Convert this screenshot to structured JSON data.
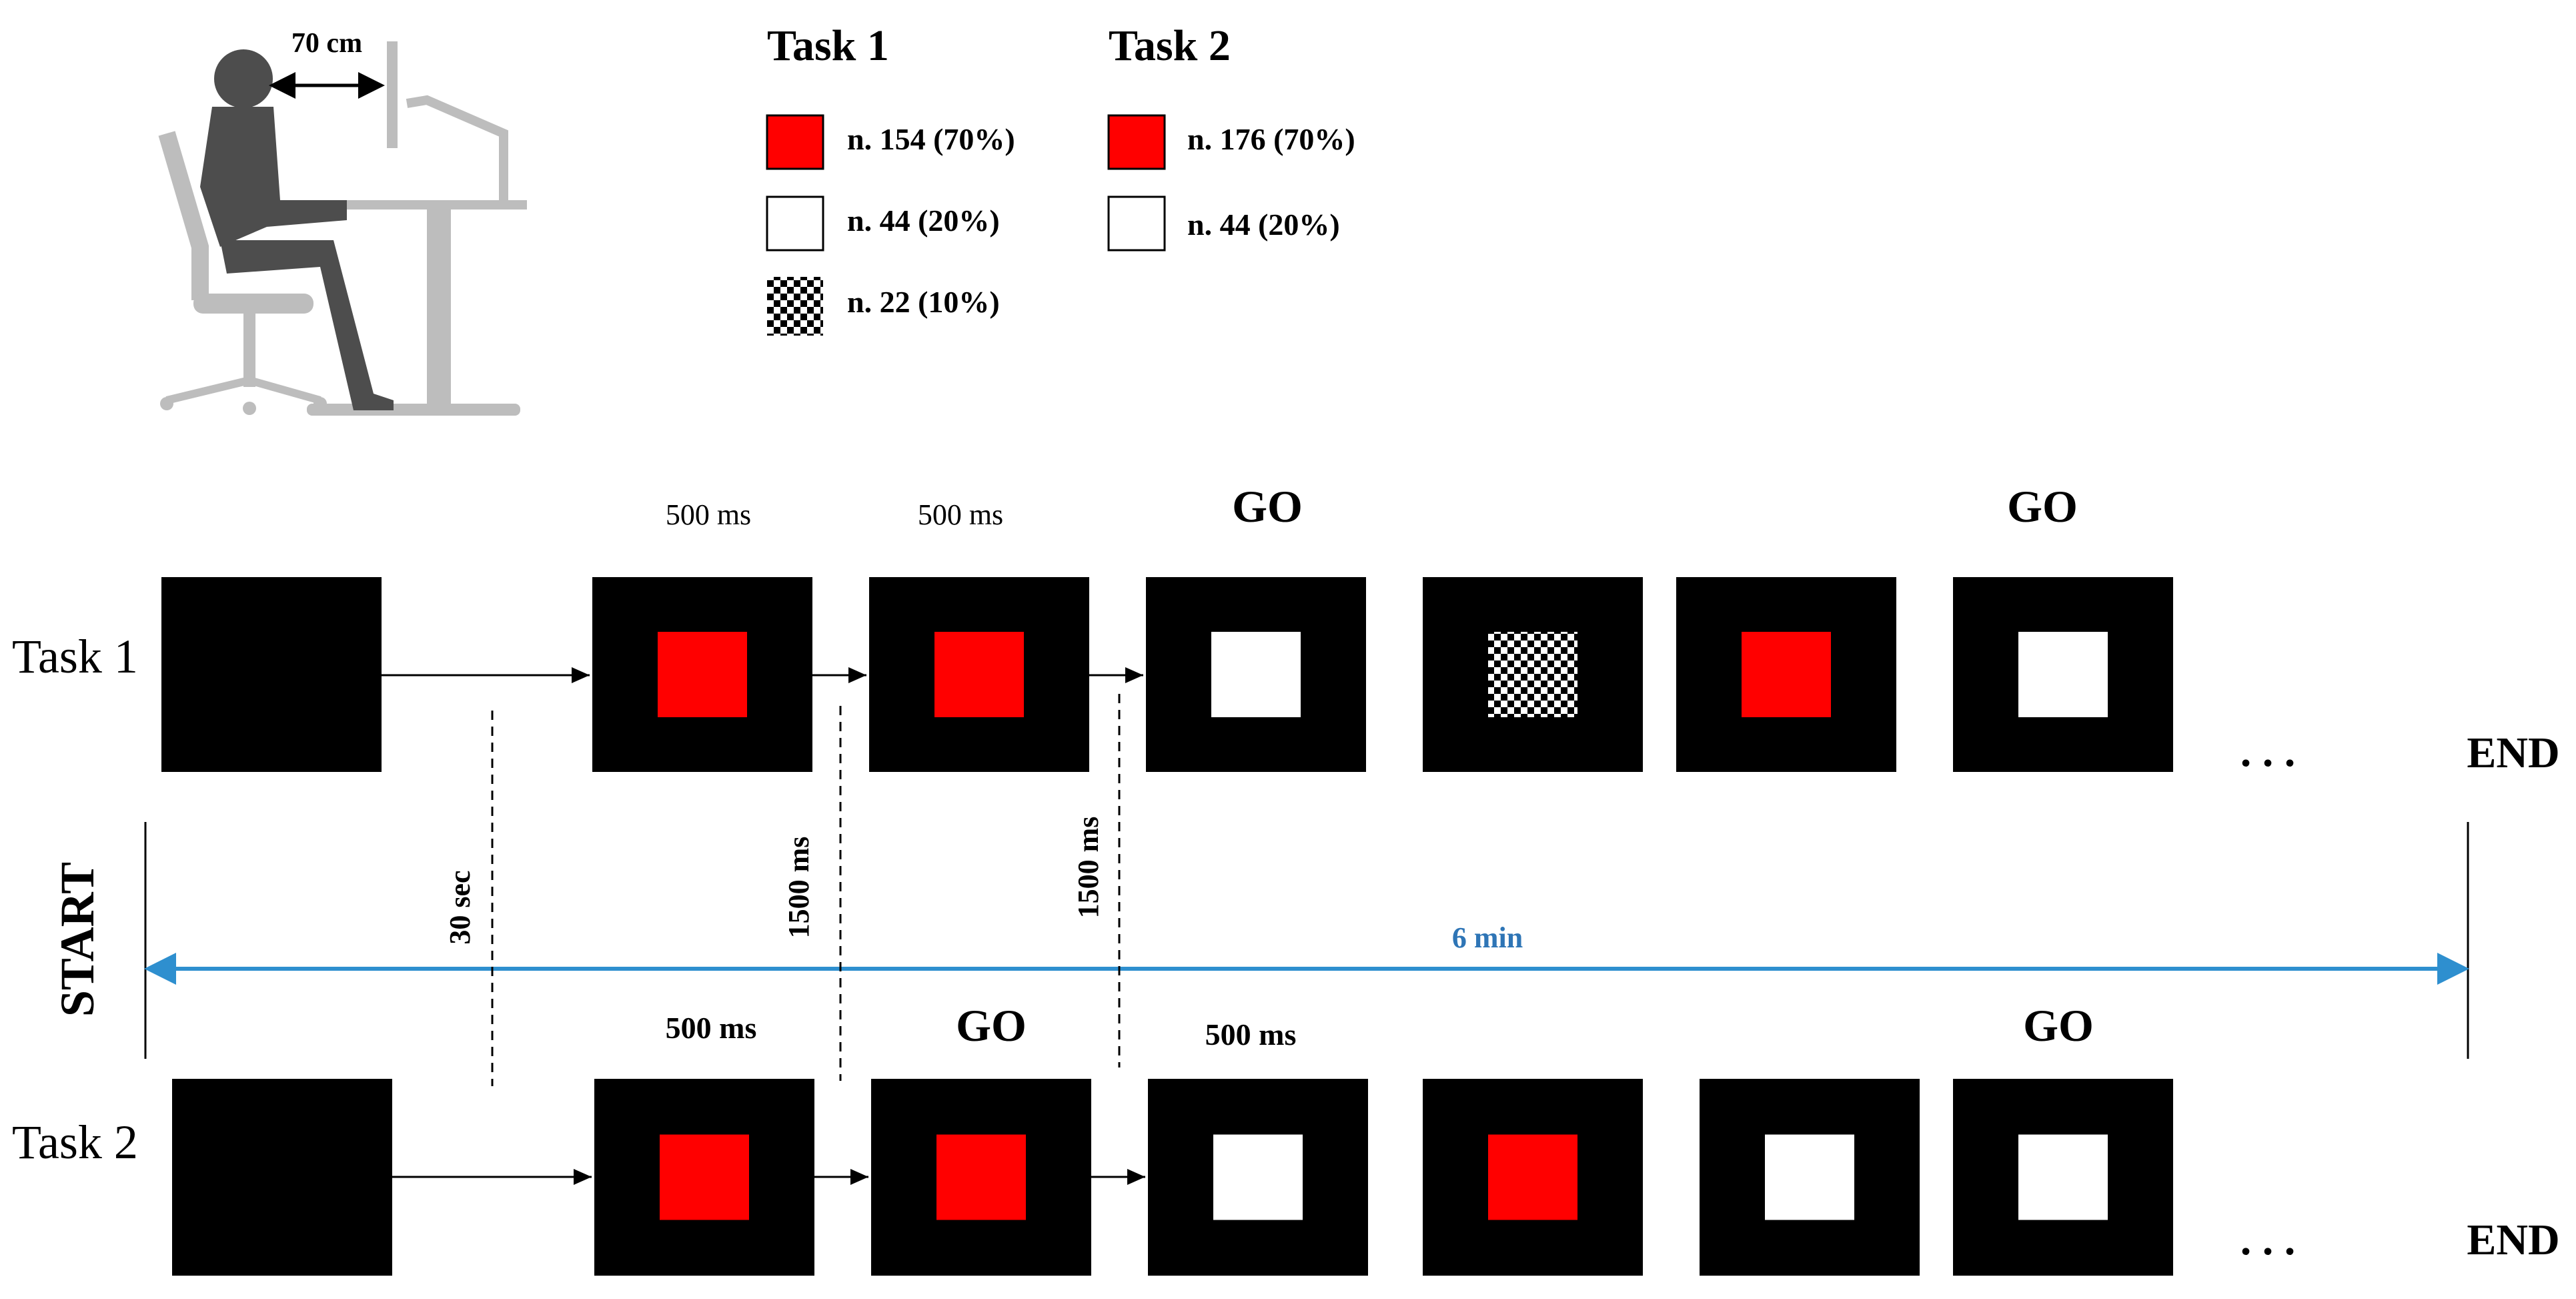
{
  "colors": {
    "red_stimulus": "#ff0000",
    "white_stimulus": "#ffffff",
    "screen_background": "#000000",
    "timeline": "#2e8fcf",
    "timeline_label": "#2e75b6",
    "setup_illustration": "#4d4d4d",
    "setup_furniture": "#bdbdbd"
  },
  "setup": {
    "distance_label": "70 cm"
  },
  "legend": {
    "task1": {
      "title": "Task 1",
      "items": [
        {
          "stimulus": "red",
          "label": "n. 154 (70%)"
        },
        {
          "stimulus": "white",
          "label": "n. 44 (20%)"
        },
        {
          "stimulus": "checkerboard",
          "label": "n. 22 (10%)"
        }
      ]
    },
    "task2": {
      "title": "Task 2",
      "items": [
        {
          "stimulus": "red",
          "label": "n. 176 (70%)"
        },
        {
          "stimulus": "white",
          "label": "n. 44 (20%)"
        }
      ]
    }
  },
  "timeline": {
    "start_label": "START",
    "duration_label": "6 min",
    "interval_labels": [
      "30 sec",
      "1500 ms",
      "1500 ms"
    ],
    "ellipsis": ". . .",
    "end_label": "END"
  },
  "task1": {
    "label": "Task 1",
    "timing_labels": [
      "500 ms",
      "500 ms"
    ],
    "go_labels": [
      "GO",
      "GO"
    ],
    "screens": [
      "blank",
      "red",
      "red",
      "white",
      "checkerboard",
      "red",
      "white"
    ]
  },
  "task2": {
    "label": "Task 2",
    "timing_labels": [
      "500 ms",
      "500 ms"
    ],
    "go_labels": [
      "GO",
      "GO"
    ],
    "screens": [
      "blank",
      "red",
      "red",
      "white",
      "red",
      "white",
      "white"
    ]
  }
}
